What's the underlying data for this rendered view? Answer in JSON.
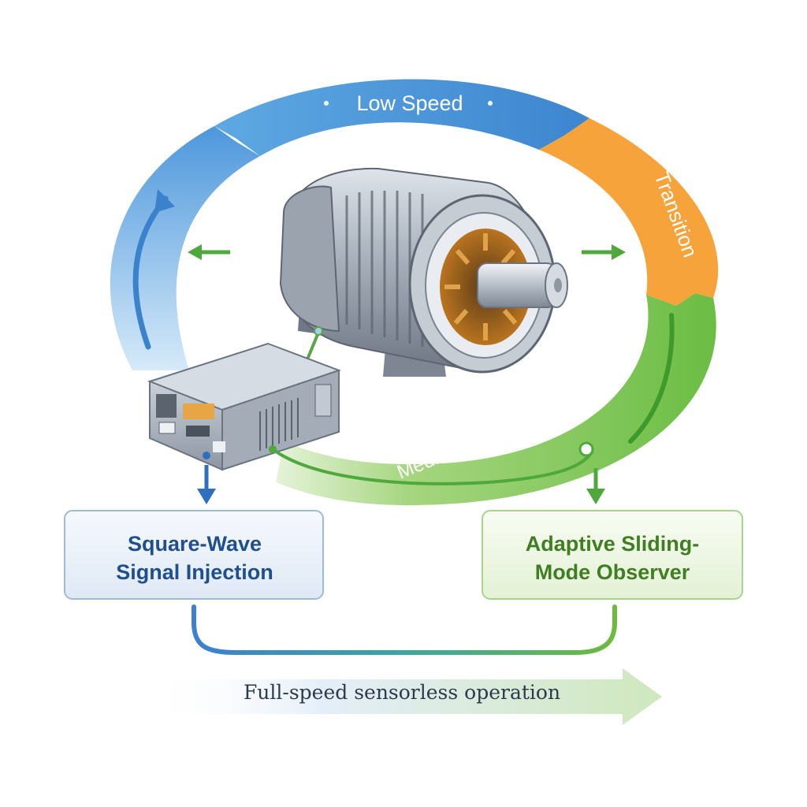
{
  "cycle": {
    "low_speed_label": "Low Speed",
    "transition_label": "Transition",
    "medium_high_label": "Medium-High Speed"
  },
  "injection_box": {
    "line1": "Square-Wave",
    "line2": "Signal Injection"
  },
  "observer_box": {
    "line1": "Adaptive Sliding-",
    "line2": "Mode Observer"
  },
  "caption": "Full-speed sensorless operation",
  "colors": {
    "low_speed": "#4a94d8",
    "transition": "#f5a33a",
    "medium_high": "#6cbf45",
    "injection_text": "#1f4f8d",
    "observer_text": "#3f7f22",
    "injection_border": "#9fb9db",
    "observer_border": "#a9d58b"
  },
  "icons": [
    "electric-motor-icon",
    "motor-drive-controller-icon",
    "arrow-left-icon",
    "arrow-right-icon",
    "arrow-down-icon"
  ]
}
